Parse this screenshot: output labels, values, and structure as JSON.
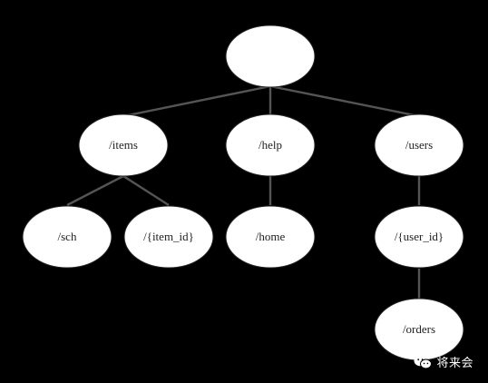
{
  "diagram": {
    "root": {
      "label": ""
    },
    "level1": [
      {
        "label": "/items"
      },
      {
        "label": "/help"
      },
      {
        "label": "/users"
      }
    ],
    "level2": [
      {
        "label": "/sch"
      },
      {
        "label": "/{item_id}"
      },
      {
        "label": "/home"
      },
      {
        "label": "/{user_id}"
      }
    ],
    "level3": [
      {
        "label": "/orders"
      }
    ],
    "edges": [
      [
        "root",
        "/items"
      ],
      [
        "root",
        "/help"
      ],
      [
        "root",
        "/users"
      ],
      [
        "/items",
        "/sch"
      ],
      [
        "/items",
        "/{item_id}"
      ],
      [
        "/help",
        "/home"
      ],
      [
        "/users",
        "/{user_id}"
      ],
      [
        "/{user_id}",
        "/orders"
      ]
    ]
  },
  "watermark": {
    "text": "将来会",
    "icon": "wechat-icon"
  },
  "colors": {
    "background": "#000000",
    "node_fill": "#ffffff",
    "edge": "#555555",
    "label": "#222222"
  }
}
